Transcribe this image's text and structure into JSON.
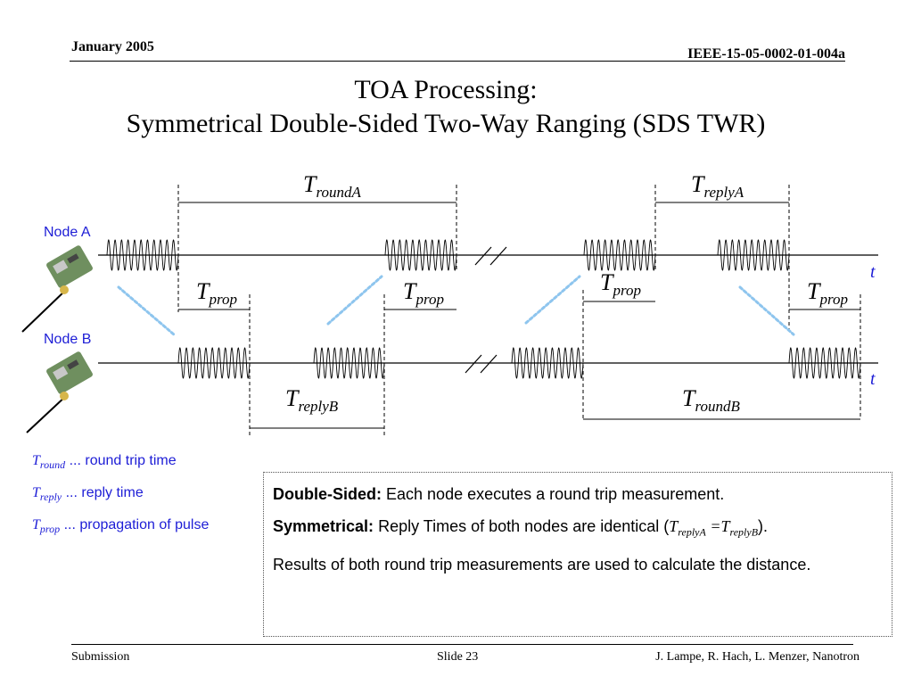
{
  "header": {
    "date": "January 2005",
    "doc_id": "IEEE-15-05-0002-01-004a"
  },
  "title": {
    "line1": "TOA Processing:",
    "line2": "Symmetrical Double-Sided Two-Way Ranging (SDS TWR)"
  },
  "diagram": {
    "node_a": "Node A",
    "node_b": "Node B",
    "time_axis": "t",
    "T": "T",
    "round_a": "roundA",
    "reply_a": "replyA",
    "reply_b": "replyB",
    "round_b": "roundB",
    "prop": "prop"
  },
  "legend": {
    "round_sub": "round",
    "round_desc": "... round trip time",
    "reply_sub": "reply",
    "reply_desc": "... reply time",
    "prop_sub": "prop",
    "prop_desc": "... propagation of pulse"
  },
  "box": {
    "p1_bold": "Double-Sided:",
    "p1_text": "Each node executes a round trip measurement.",
    "p2_bold": "Symmetrical:",
    "p2_text": "Reply Times of both nodes are identical (",
    "p2_eq": "=",
    "p2_end": ").",
    "p3_text": "Results of both round trip measurements are used to calculate the distance."
  },
  "footer": {
    "left": "Submission",
    "center": "Slide 23",
    "right": "J. Lampe, R. Hach, L. Menzer, Nanotron"
  },
  "colors": {
    "accent": "#1d1dd6",
    "prop_arrow": "#8ec5ee"
  }
}
